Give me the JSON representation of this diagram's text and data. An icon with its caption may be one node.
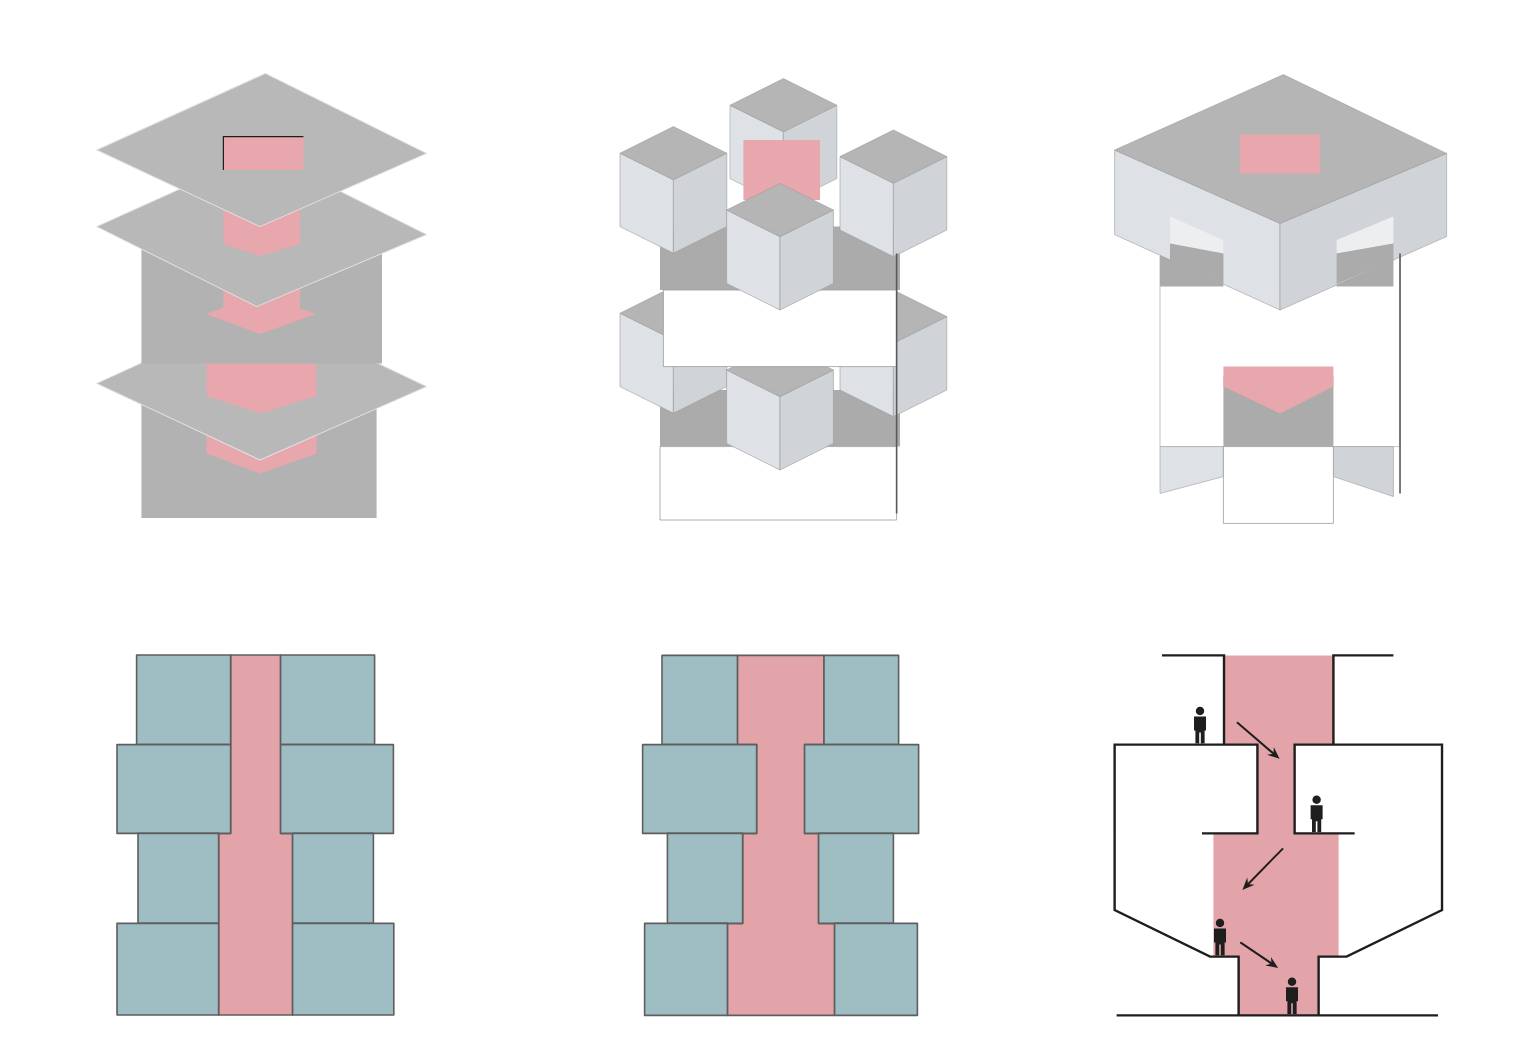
{
  "diagram": {
    "nodes": [
      {
        "text": [],
        "shape": "person"
      },
      {
        "text": [],
        "shape": "person"
      },
      {
        "text": [],
        "shape": "person"
      },
      {
        "text": [],
        "shape": "person"
      }
    ],
    "edges": [
      {
        "from": 0,
        "to": 1,
        "arrow": "to"
      },
      {
        "from": 1,
        "to": 2,
        "arrow": "to"
      },
      {
        "from": 2,
        "to": 3,
        "arrow": "to"
      }
    ]
  }
}
